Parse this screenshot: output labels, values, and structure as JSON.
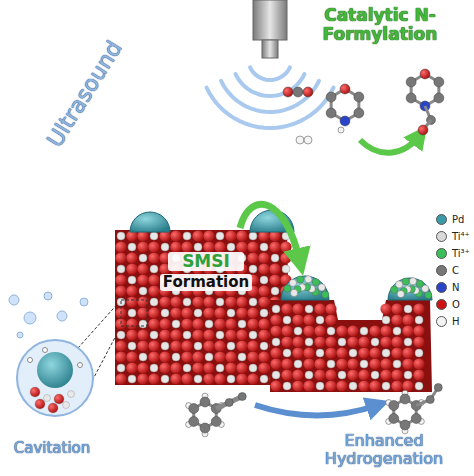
{
  "diagram": {
    "labels": [
      "Ultrasound",
      "Catalytic N-Formylation",
      "SMSI",
      "Formation",
      "Cavitation",
      "Enhanced Hydrogenation"
    ],
    "legend": [
      {
        "text": "Pd",
        "color": "#3a9aa8"
      },
      {
        "text": "Ti⁴⁺",
        "color": "#d9d9d9"
      },
      {
        "text": "Ti³⁺",
        "color": "#3cbf5a"
      },
      {
        "text": "C",
        "color": "#777777"
      },
      {
        "text": "N",
        "color": "#2a44c8"
      },
      {
        "text": "O",
        "color": "#cc1414"
      },
      {
        "text": "H",
        "color": "#f4f4f4"
      }
    ]
  }
}
